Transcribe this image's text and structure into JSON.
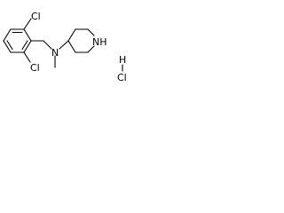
{
  "molecule": {
    "atoms": {
      "cl_left": "Cl",
      "cl_right": "Cl",
      "amine_n": "N",
      "ring_nh": "NH",
      "salt_h": "H",
      "salt_cl": "Cl"
    }
  }
}
